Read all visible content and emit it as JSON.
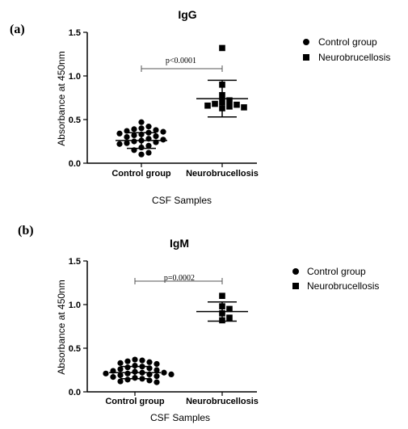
{
  "chart_data": [
    {
      "type": "scatter",
      "panel_label": "(a)",
      "title": "IgG",
      "ylabel": "Absorbance at 450nm",
      "xlabel": "CSF Samples",
      "ylim": [
        0,
        1.5
      ],
      "yticks": [
        "0.0",
        "0.5",
        "1.0",
        "1.5"
      ],
      "categories": [
        "Control group",
        "Neurobrucellosis"
      ],
      "series": [
        {
          "name": "Control group",
          "marker": "circle",
          "values": [
            0.47,
            0.42,
            0.4,
            0.39,
            0.38,
            0.37,
            0.36,
            0.35,
            0.34,
            0.33,
            0.32,
            0.31,
            0.3,
            0.28,
            0.27,
            0.26,
            0.25,
            0.24,
            0.23,
            0.22,
            0.2,
            0.18,
            0.15,
            0.12,
            0.1
          ],
          "mean": 0.26,
          "sd": 0.09
        },
        {
          "name": "Neurobrucellosis",
          "marker": "square",
          "values": [
            1.32,
            0.9,
            0.78,
            0.72,
            0.7,
            0.68,
            0.67,
            0.66,
            0.65,
            0.64,
            0.63
          ],
          "mean": 0.74,
          "sd": 0.21
        }
      ],
      "significance": "p<0.0001",
      "legend": [
        "Control group",
        "Neurobrucellosis"
      ],
      "legend_position": "top-right"
    },
    {
      "type": "scatter",
      "panel_label": "(b)",
      "title": "IgM",
      "ylabel": "Absorbance at 450nm",
      "xlabel": "CSF Samples",
      "ylim": [
        0,
        1.5
      ],
      "yticks": [
        "0.0",
        "0.5",
        "1.0",
        "1.5"
      ],
      "categories": [
        "Control group",
        "Neurobrucellosis"
      ],
      "series": [
        {
          "name": "Control group",
          "marker": "circle",
          "values": [
            0.37,
            0.36,
            0.35,
            0.34,
            0.33,
            0.32,
            0.3,
            0.29,
            0.28,
            0.27,
            0.26,
            0.25,
            0.24,
            0.23,
            0.22,
            0.22,
            0.21,
            0.21,
            0.2,
            0.2,
            0.19,
            0.18,
            0.17,
            0.16,
            0.15,
            0.14,
            0.13,
            0.12,
            0.11
          ],
          "mean": 0.22,
          "sd": 0.07
        },
        {
          "name": "Neurobrucellosis",
          "marker": "square",
          "values": [
            1.1,
            0.98,
            0.95,
            0.9,
            0.85,
            0.82
          ],
          "mean": 0.92,
          "sd": 0.11
        }
      ],
      "significance": "p=0.0002",
      "legend": [
        "Control group",
        "Neurobrucellosis"
      ],
      "legend_position": "top-right"
    }
  ]
}
